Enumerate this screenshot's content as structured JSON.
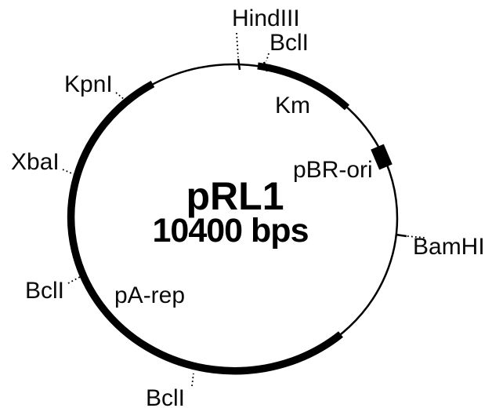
{
  "diagram": {
    "type": "plasmid-map",
    "center": {
      "name": "pRL1",
      "size_label": "10400 bps"
    },
    "restriction_sites": [
      {
        "label": "HindIII",
        "position_clock": "12 o'clock (top)"
      },
      {
        "label": "BclI",
        "position_clock": "top, right of HindIII"
      },
      {
        "label": "KpnI",
        "position_clock": "upper left"
      },
      {
        "label": "XbaI",
        "position_clock": "left"
      },
      {
        "label": "BclI",
        "position_clock": "lower left"
      },
      {
        "label": "BclI",
        "position_clock": "bottom"
      },
      {
        "label": "BamHI",
        "position_clock": "right"
      }
    ],
    "features": [
      {
        "label": "Km",
        "type": "thick-arc",
        "location": "top right arc of circle"
      },
      {
        "label": "pBR-ori",
        "type": "filled-box",
        "location": "right side of circle at ~2:30"
      },
      {
        "label": "pA-rep",
        "type": "thick-arc",
        "location": "left and bottom arc of circle"
      }
    ],
    "colors": {
      "line": "#000000",
      "background": "#ffffff"
    }
  }
}
